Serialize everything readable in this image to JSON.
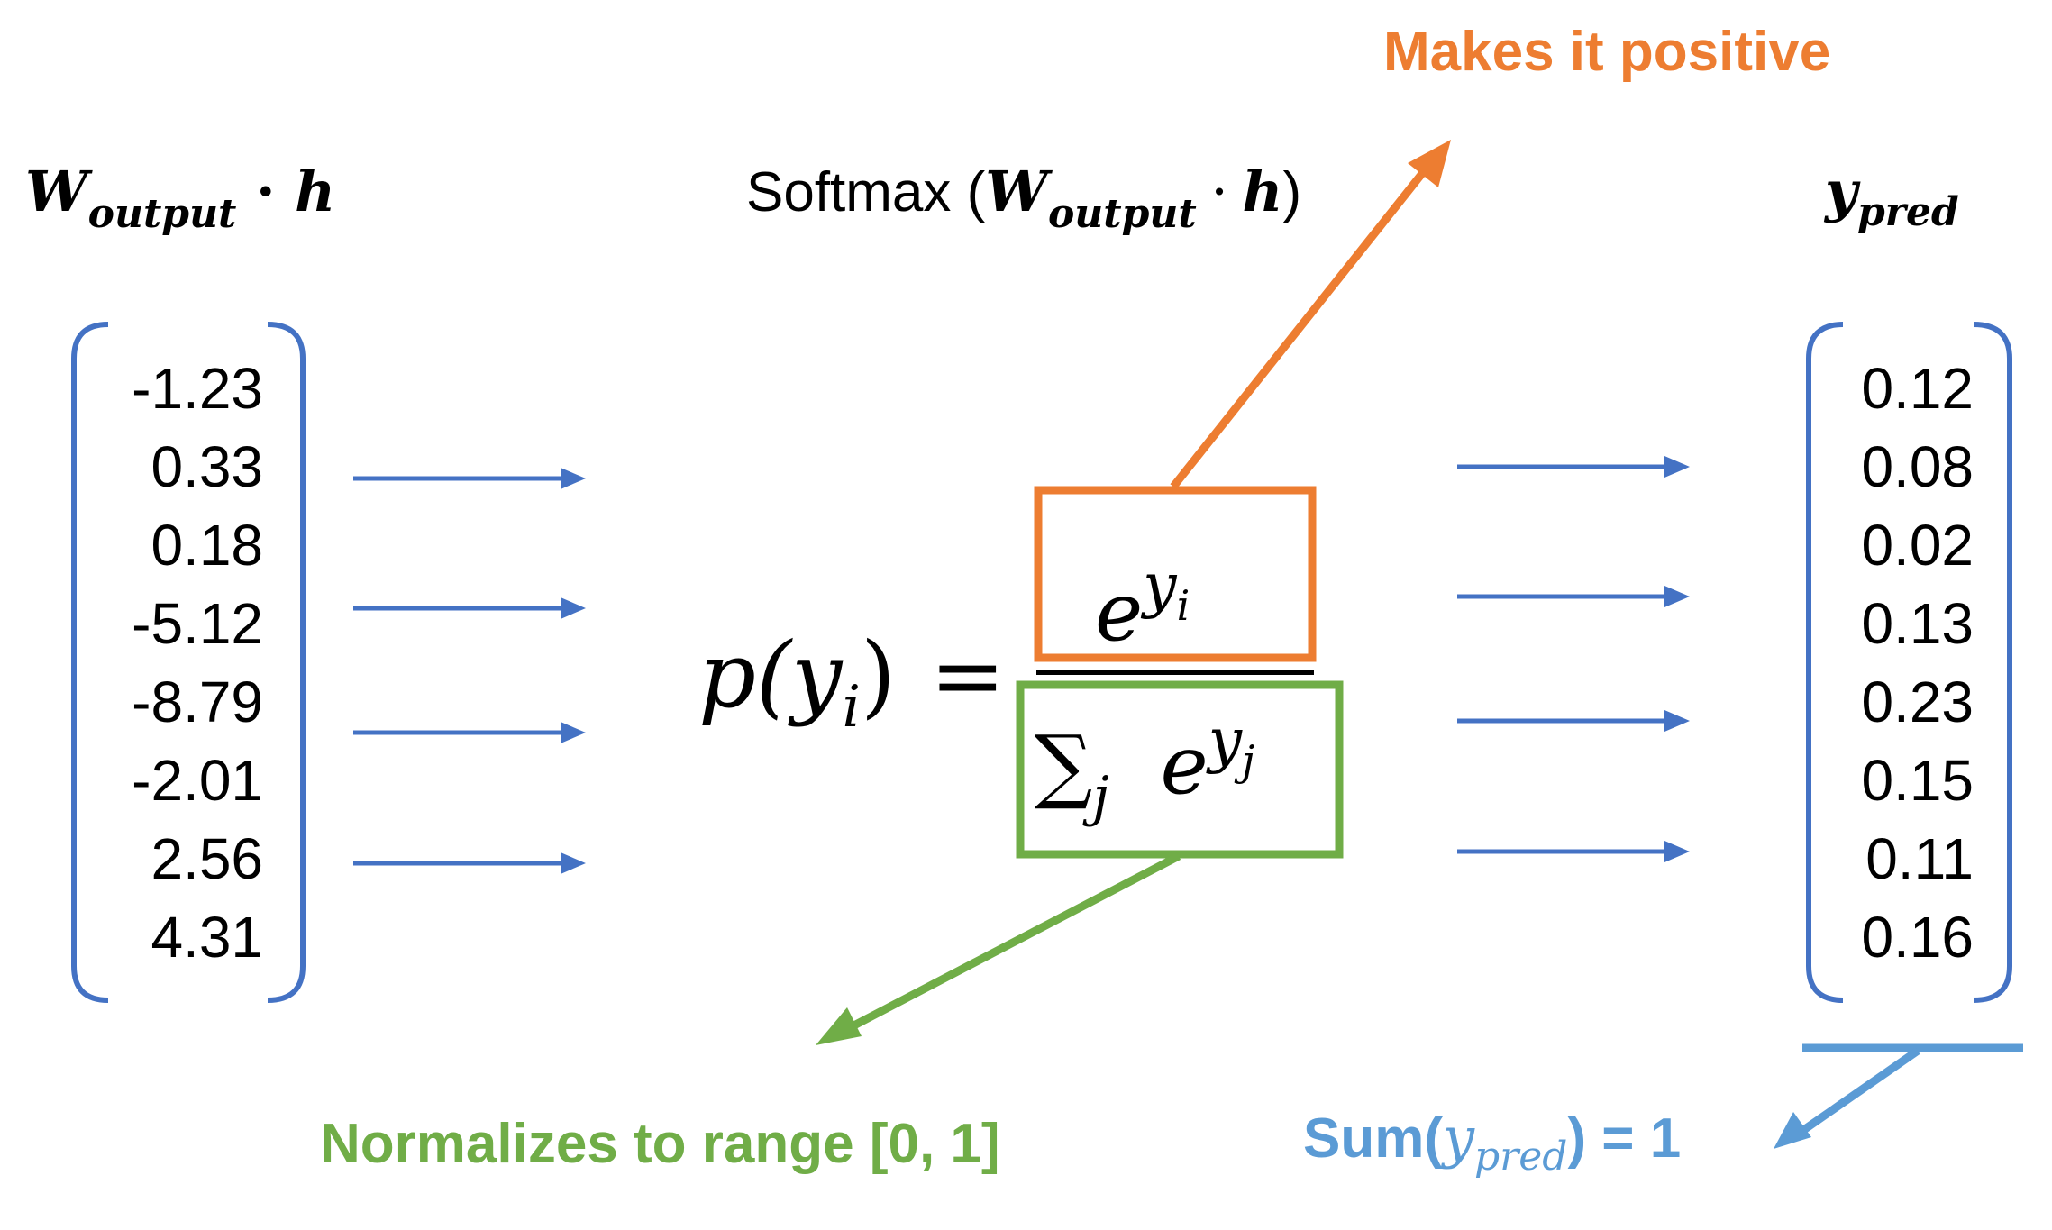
{
  "input_label": {
    "base": "W",
    "subscript": "output",
    "op": "·",
    "vector": "h"
  },
  "softmax_label": {
    "fn": "Softmax (",
    "base": "W",
    "subscript": "output",
    "op": "·",
    "vector": "h",
    "close": ")"
  },
  "output_label": {
    "base": "y",
    "subscript": "pred"
  },
  "input_values": [
    "-1.23",
    "0.33",
    "0.18",
    "-5.12",
    "-8.79",
    "-2.01",
    "2.56",
    "4.31"
  ],
  "output_values": [
    "0.12",
    "0.08",
    "0.02",
    "0.13",
    "0.23",
    "0.15",
    "0.11",
    "0.16"
  ],
  "formula": {
    "lhs_p": "p(",
    "lhs_y": "y",
    "lhs_i": "i",
    "lhs_close": ")",
    "equals": "=",
    "num_e": "e",
    "num_y": "y",
    "num_i": "i",
    "sum": "∑",
    "sum_j": "j",
    "den_e": "e",
    "den_y": "y",
    "den_j": "j"
  },
  "annotations": {
    "positive": "Makes it positive",
    "normalize": "Normalizes to range [0, 1]",
    "sum_prefix": "Sum(",
    "sum_y": "y",
    "sum_sub": "pred",
    "sum_suffix": ") = 1"
  },
  "colors": {
    "blue": "#4472C4",
    "orange": "#ED7D31",
    "green": "#70AD47",
    "light_blue": "#5B9BD5"
  }
}
